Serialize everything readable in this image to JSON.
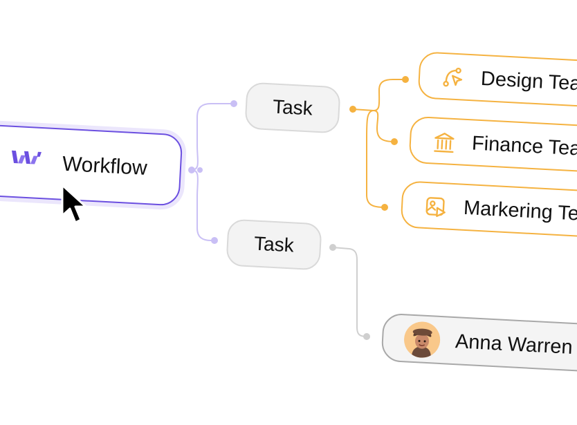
{
  "root": {
    "label": "Workflow",
    "icon": "workflow-logo-icon"
  },
  "tasks": [
    {
      "label": "Task"
    },
    {
      "label": "Task"
    }
  ],
  "teams": [
    {
      "label": "Design Team",
      "icon": "design-pen-tool-icon"
    },
    {
      "label": "Finance Team",
      "icon": "bank-icon"
    },
    {
      "label": "Markering Team",
      "icon": "media-image-play-icon"
    }
  ],
  "assignee": {
    "name": "Anna Warren",
    "icon": "avatar"
  },
  "colors": {
    "accent_purple": "#6b4fe0",
    "connector_purple": "#c9bff5",
    "accent_orange": "#f5b240",
    "connector_gray": "#cfcfcf"
  }
}
